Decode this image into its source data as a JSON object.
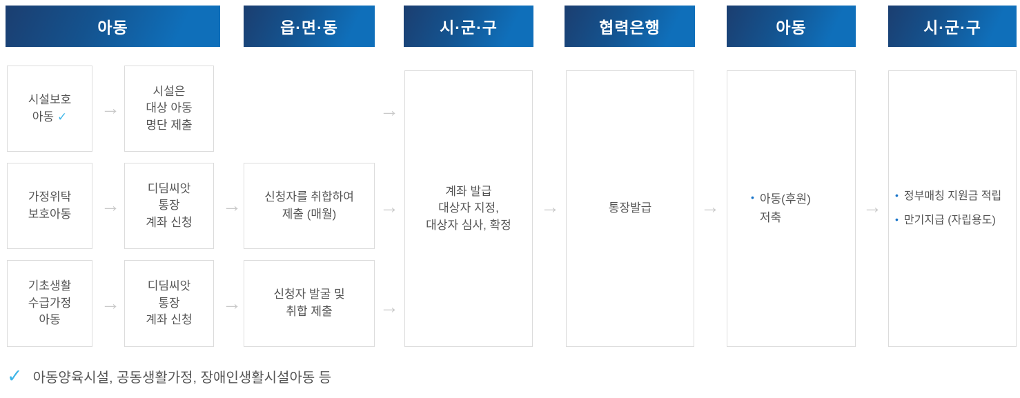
{
  "colors": {
    "header_gradient_start": "#1b3e70",
    "header_gradient_end": "#0f6fba",
    "box_border": "#dcdcdc",
    "box_text": "#555555",
    "arrow": "#c9c9c9",
    "check": "#3fb6e8",
    "bullet": "#1673c9"
  },
  "icons": {
    "arrow": "→",
    "check": "✓",
    "bullet": "•"
  },
  "headers": {
    "child1": "아동",
    "eup_myeon_dong": "읍·면·동",
    "si_gun_gu1": "시·군·구",
    "partner_bank": "협력은행",
    "child2": "아동",
    "si_gun_gu2": "시·군·구"
  },
  "boxes": {
    "facility_child": "시설보호\n아동",
    "facility_list": "시설은\n대상 아동\n명단 제출",
    "foster_child": "가정위탁\n보호아동",
    "didim_account1": "디딤씨앗\n통장\n계좌 신청",
    "basic_child": "기초생활\n수급가정\n아동",
    "didim_account2": "디딤씨앗\n통장\n계좌 신청",
    "collect_monthly": "신청자를 취합하여\n제출 (매월)",
    "find_collect": "신청자 발굴 및\n취합 제출",
    "account_issue": "계좌 발급\n대상자 지정,\n대상자 심사, 확정",
    "bankbook_issue": "통장발급",
    "child_saving": "아동(후원)\n저축",
    "gov_match": "정부매칭 지원금 적립",
    "maturity_pay": "만기지급 (자립용도)"
  },
  "note": "아동양육시설, 공동생활가정, 장애인생활시설아동 등"
}
